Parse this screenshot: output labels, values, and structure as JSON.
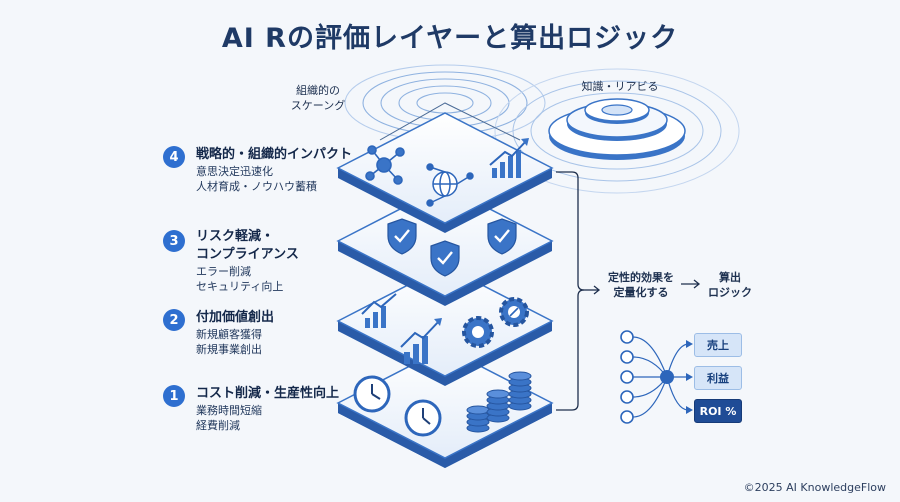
{
  "title": "AI Rの評価レイヤーと算出ロジック",
  "top_notes": {
    "left": [
      "組織的の",
      "スケーング"
    ],
    "right": "知識・リアビる"
  },
  "layers": [
    {
      "num": "4",
      "title": [
        "戦略的・組織的インパクト"
      ],
      "desc": [
        "意思決定迅速化",
        "人材育成・ノウハウ蓄積"
      ]
    },
    {
      "num": "3",
      "title": [
        "リスク軽減・",
        "コンプライアンス"
      ],
      "desc": [
        "エラー削減",
        "セキュリティ向上"
      ]
    },
    {
      "num": "2",
      "title": [
        "付加価値創出"
      ],
      "desc": [
        "新規顧客獲得",
        "新規事業創出"
      ]
    },
    {
      "num": "1",
      "title": [
        "コスト削減・生産性向上"
      ],
      "desc": [
        "業務時間短縮",
        "経費削減"
      ]
    }
  ],
  "flow": {
    "qualitative": [
      "定性的効果を",
      "定量化する"
    ],
    "calc": [
      "算出",
      "ロジック"
    ]
  },
  "outputs": [
    "売上",
    "利益",
    "ROI %"
  ],
  "copyright": "©2025 AI KnowledgeFlow",
  "colors": {
    "accent": "#2e6fd0",
    "dark_pill": "#1f4c96",
    "light_pill": "#d6e5f8"
  }
}
